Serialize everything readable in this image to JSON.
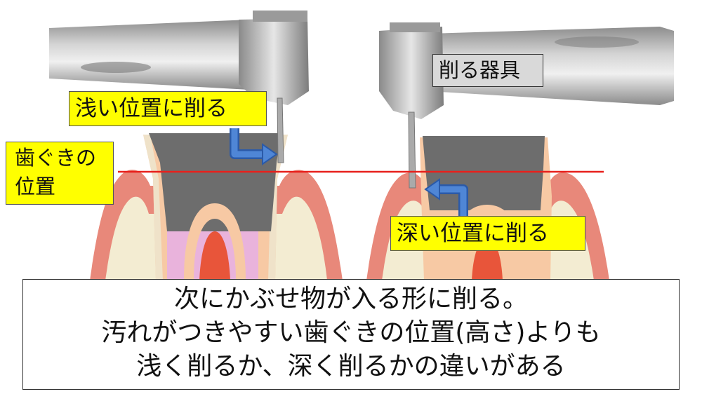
{
  "labels": {
    "tool": "削る器具",
    "shallow": "浅い位置に削る",
    "gum_line_1": "歯ぐきの",
    "gum_line_2": "位置",
    "deep": "深い位置に削る"
  },
  "caption": {
    "line1": "次にかぶせ物が入る形に削る。",
    "line2": "汚れがつきやすい歯ぐきの位置(高さ)よりも",
    "line3": "浅く削るか、深く削るかの違いがある"
  },
  "colors": {
    "gum_line": "#e8201c",
    "arrow": "#3a6fc4",
    "label_yellow": "#ffff00",
    "label_gray": "#d9d9d9",
    "prepared_tooth": "#6d6d6d",
    "gum": "#e8887a",
    "bone": "#f3ecd2",
    "pulp": "#e8553a",
    "dentin": "#f7c9a4",
    "pulp_chamber": "#e9b3dc"
  }
}
